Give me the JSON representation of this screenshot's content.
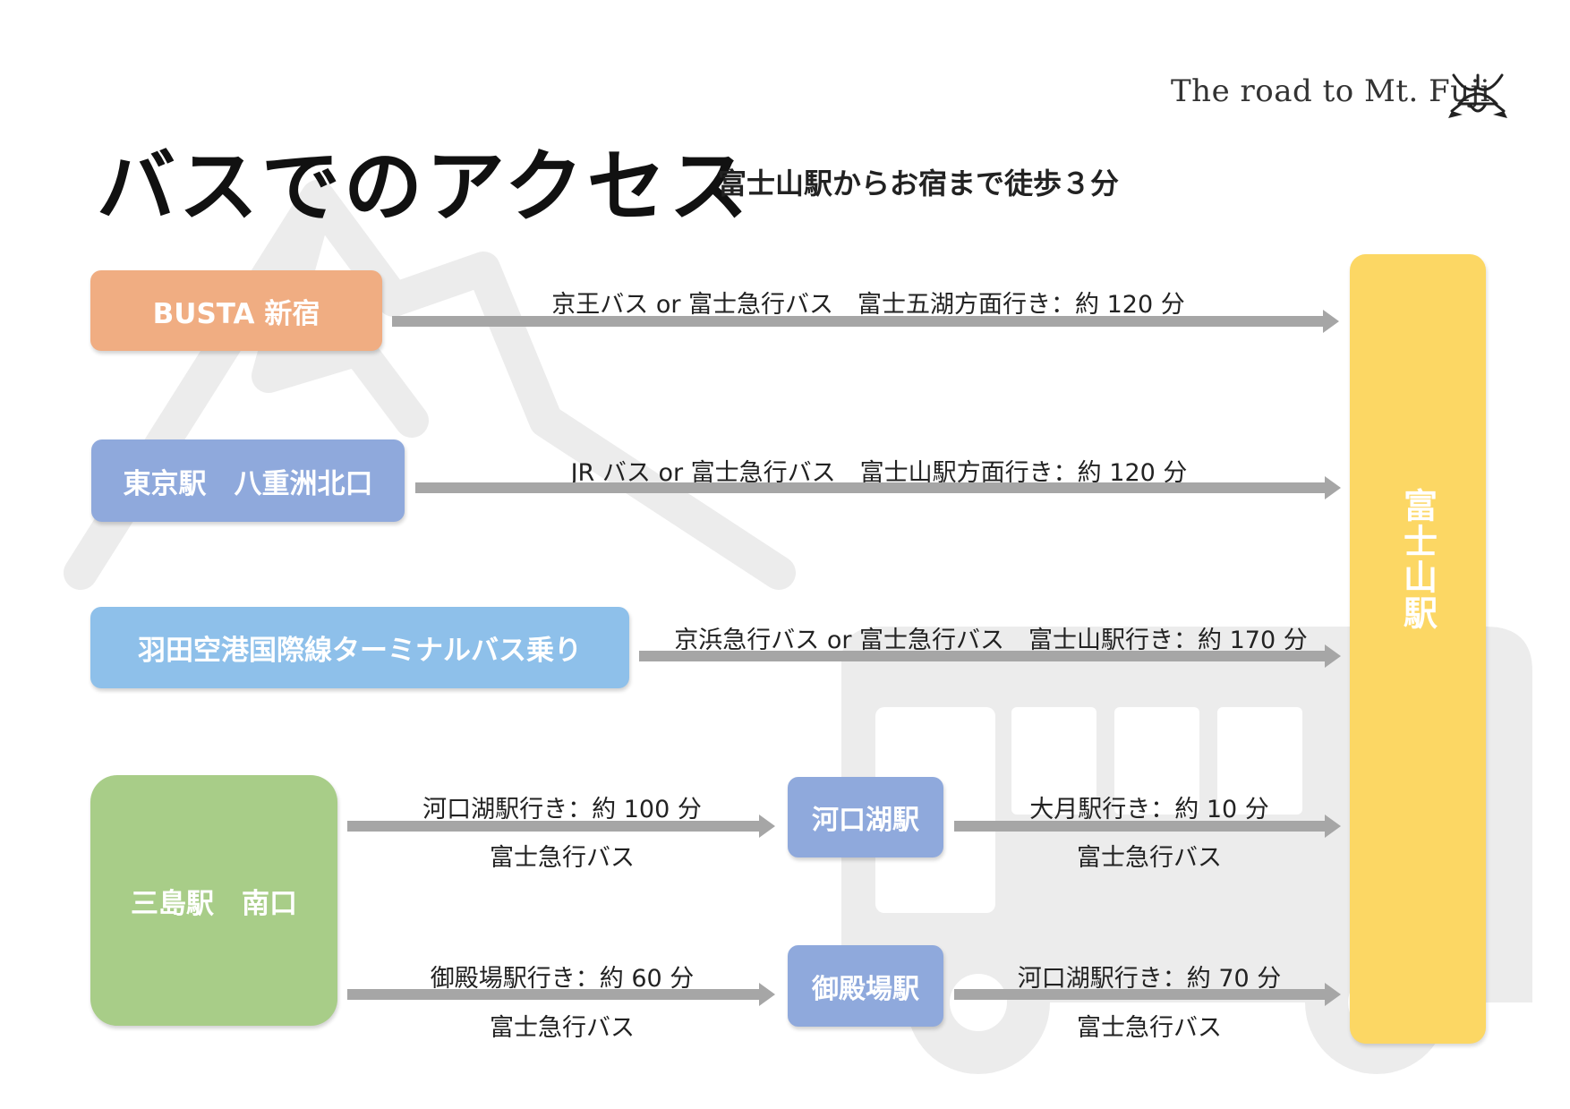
{
  "brand": {
    "text": "The road to Mt. Fuji"
  },
  "header": {
    "title": "バスでのアクセス",
    "subtitle": "富士山駅からお宿まで徒歩３分"
  },
  "origins": {
    "busta": "BUSTA 新宿",
    "tokyo": "東京駅　八重洲北口",
    "haneda": "羽田空港国際線ターミナルバス乗り",
    "mishima": "三島駅　南口"
  },
  "transfers": {
    "kawaguchiko": "河口湖駅",
    "gotemba": "御殿場駅"
  },
  "destination": {
    "label": "富士山駅"
  },
  "routes": {
    "busta_label": "京王バス or 富士急行バス　富士五湖方面行き：約 120 分",
    "tokyo_label": "JR バス or 富士急行バス　富士山駅方面行き：約 120 分",
    "haneda_label": "京浜急行バス or 富士急行バス　富士山駅行き：約 170 分",
    "mishima_kawaguchiko_top": "河口湖駅行き：約 100 分",
    "mishima_kawaguchiko_bottom": "富士急行バス",
    "kawaguchiko_fuji_top": "大月駅行き：約 10 分",
    "kawaguchiko_fuji_bottom": "富士急行バス",
    "mishima_gotemba_top": "御殿場駅行き：約 60 分",
    "mishima_gotemba_bottom": "富士急行バス",
    "gotemba_fuji_top": "河口湖駅行き：約 70 分",
    "gotemba_fuji_bottom": "富士急行バス"
  },
  "colors": {
    "busta": "#f0ad82",
    "tokyo": "#8fa9dc",
    "haneda": "#8ec0ea",
    "mishima": "#a8cd88",
    "transfer": "#8fa9dc",
    "destination": "#fcd764",
    "arrow": "#a6a6a6",
    "watermark": "#ececec"
  }
}
